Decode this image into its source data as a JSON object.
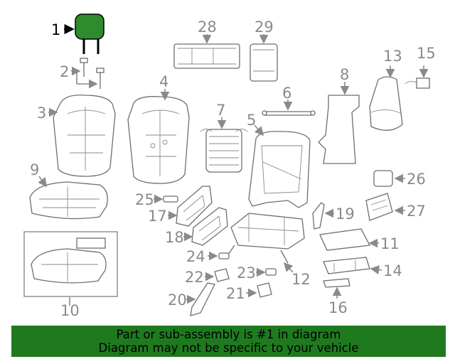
{
  "callouts": [
    "1",
    "2",
    "3",
    "4",
    "5",
    "6",
    "7",
    "8",
    "9",
    "10",
    "11",
    "12",
    "13",
    "14",
    "15",
    "16",
    "17",
    "18",
    "19",
    "20",
    "21",
    "22",
    "23",
    "24",
    "25",
    "26",
    "27",
    "28",
    "29"
  ],
  "highlighted_part": "1",
  "colors": {
    "highlight": "#2e8b2e",
    "banner": "#1f7a1f",
    "line": "#8a8a8a"
  },
  "banner": {
    "line1": "Part or sub-assembly is #1 in diagram",
    "line2": "Diagram may not be specific to your vehicle"
  }
}
